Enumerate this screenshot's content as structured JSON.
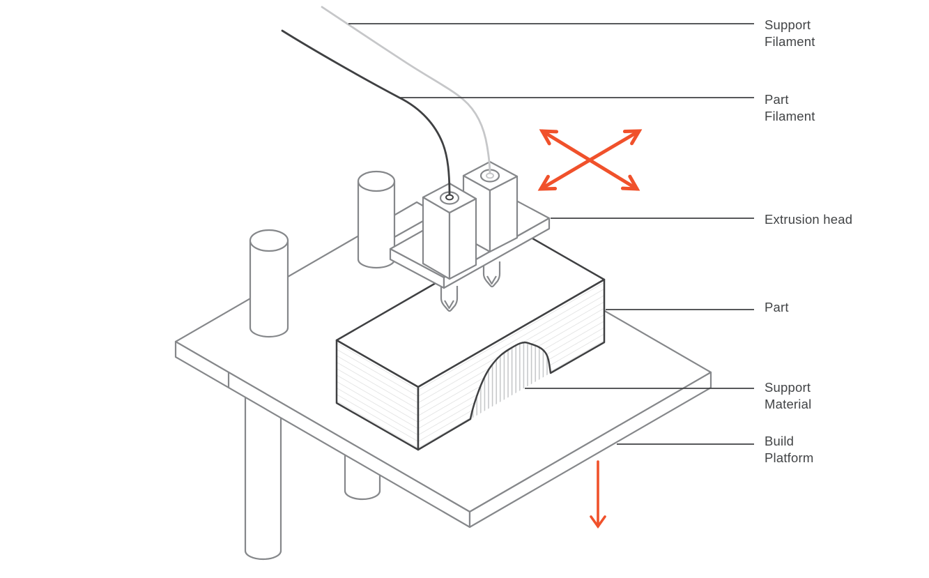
{
  "figure": {
    "type": "technical-illustration",
    "subject": "FDM 3D printing process diagram"
  },
  "labels": {
    "support_filament": {
      "lines": [
        "Support",
        "Filament"
      ]
    },
    "part_filament": {
      "lines": [
        "Part",
        "Filament"
      ]
    },
    "extrusion_head": {
      "lines": [
        "Extrusion head"
      ]
    },
    "part": {
      "lines": [
        "Part"
      ]
    },
    "support_material": {
      "lines": [
        "Support",
        "Material"
      ]
    },
    "build_platform": {
      "lines": [
        "Build",
        "Platform"
      ]
    }
  },
  "icons": {
    "xy_motion": "crossed-double-headed-arrows",
    "z_motion": "down-arrow"
  },
  "colors": {
    "accent_orange": "#F0512B",
    "machine_gray": "#85878A",
    "outline_dark": "#3F4042",
    "layer_line": "#DBDCDC",
    "hatch_line": "#C3C5C7",
    "support_filament": "#C6C7C9",
    "text": "#414345",
    "background": "#FFFFFF"
  }
}
